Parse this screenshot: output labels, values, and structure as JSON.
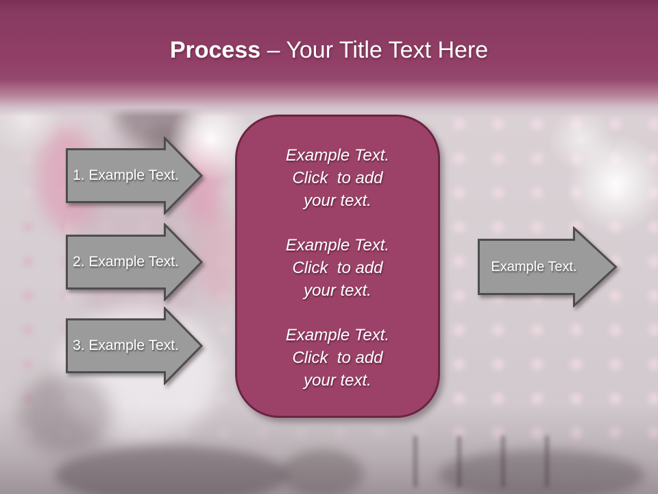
{
  "title": {
    "keyword": "Process",
    "rest": " – Your Title Text Here"
  },
  "arrows": {
    "left": [
      {
        "label": "1. Example Text."
      },
      {
        "label": "2. Example Text."
      },
      {
        "label": "3. Example Text."
      }
    ],
    "right": {
      "label": "Example Text."
    }
  },
  "panel": {
    "blocks": [
      {
        "lines": [
          "Example Text.",
          "Click  to add",
          "your text."
        ]
      },
      {
        "lines": [
          "Example Text.",
          "Click  to add",
          "your text."
        ]
      },
      {
        "lines": [
          "Example Text.",
          "Click  to add",
          "your text."
        ]
      }
    ]
  },
  "colors": {
    "header_top": "#7c2f54",
    "header_mid": "#913f66",
    "panel_fill": "#9c4269",
    "panel_border": "#6b2441",
    "arrow_fill": "#9b9b9b",
    "arrow_border": "#4d4d4d",
    "title_text": "#ffffff"
  }
}
